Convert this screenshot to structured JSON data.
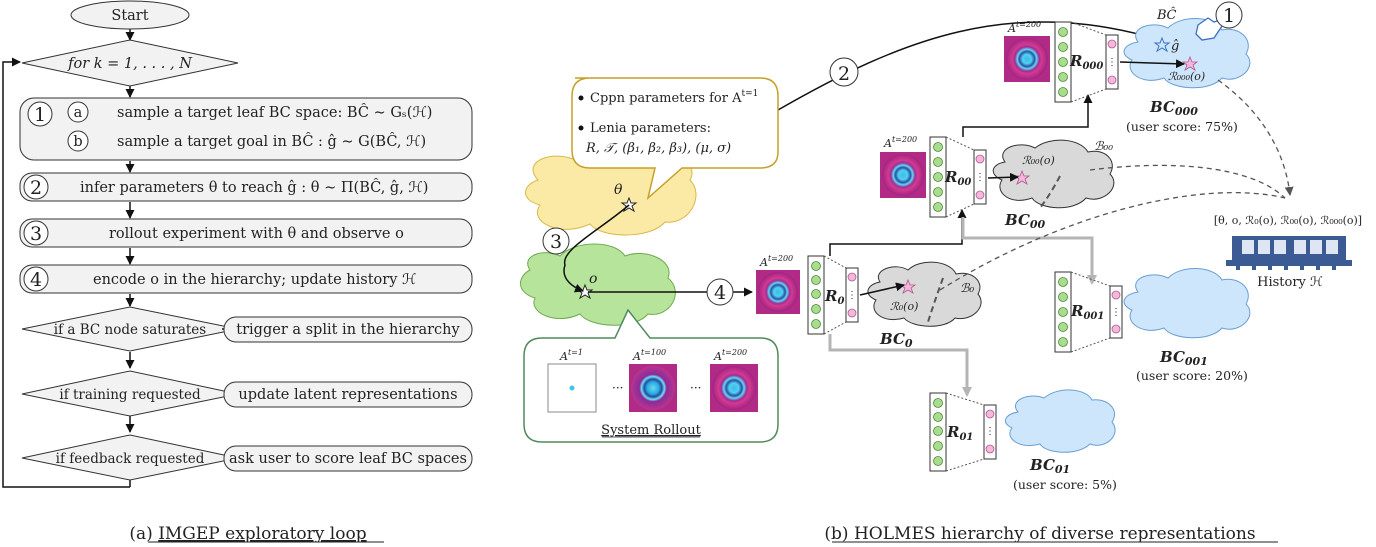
{
  "flowchart": {
    "start": "Start",
    "loop": "for k = 1, . . . , N",
    "step1_num": "1",
    "step1a_marker": "a",
    "step1a": "sample a target leaf BC space: BĈ ∼ Gₛ(ℋ)",
    "step1b_marker": "b",
    "step1b": "sample a target goal in BĈ : ĝ ∼ G(BĈ, ℋ)",
    "step2_num": "2",
    "step2": "infer parameters θ to reach ĝ : θ ∼ Π(BĈ, ĝ, ℋ)",
    "step3_num": "3",
    "step3": "rollout experiment with θ and observe o",
    "step4_num": "4",
    "step4": "encode o in the hierarchy; update history ℋ",
    "cond1": "if a BC node saturates",
    "action1": "trigger a split in the hierarchy",
    "cond2": "if training requested",
    "action2": "update latent representations",
    "cond3": "if feedback requested",
    "action3": "ask user to score leaf BC spaces",
    "caption_prefix": "(a) ",
    "caption_main": "IMGEP exploratory loop"
  },
  "hierarchy": {
    "callout_line1": "Cppn parameters for A",
    "callout_line1_sup": "t=1",
    "callout_line2": "Lenia parameters:",
    "callout_line3": "R, 𝒯, (β₁, β₂, β₃), (μ, σ)",
    "theta": "θ",
    "obs": "o",
    "step2_num": "2",
    "step3_num": "3",
    "step4_num": "4",
    "step1_num": "1",
    "bc_hat": "BĈ",
    "g_hat": "ĝ",
    "rollout_title": "System Rollout",
    "rollout_frames": [
      "A",
      "A",
      "A"
    ],
    "rollout_sups": [
      "t=1",
      "t=100",
      "t=200"
    ],
    "ellipsis": "···",
    "frame_label": "A",
    "frame_sup": "t=200",
    "r0": "R",
    "r0_sub": "0",
    "r00": "R",
    "r00_sub": "00",
    "r000": "R",
    "r000_sub": "000",
    "r001": "R",
    "r001_sub": "001",
    "r01": "R",
    "r01_sub": "01",
    "bc0": "BC",
    "bc0_sub": "0",
    "bc00": "BC",
    "bc00_sub": "00",
    "bc000": "BC",
    "bc000_sub": "000",
    "bc001": "BC",
    "bc001_sub": "001",
    "bc01": "BC",
    "bc01_sub": "01",
    "score000": "(user score: 75%)",
    "score001": "(user score: 20%)",
    "score01": "(user score: 5%)",
    "rep0": "ℛ₀(o)",
    "rep00": "ℛ₀₀(o)",
    "rep000": "ℛ₀₀₀(o)",
    "b0": "ℬ₀",
    "b00": "ℬ₀₀",
    "history_tuple": "[θ, o, ℛ₀(o), ℛ₀₀(o), ℛ₀₀₀(o)]",
    "history_label": "History ℋ",
    "caption_prefix": "(b) ",
    "caption_main": "HOLMES hierarchy of diverse representations"
  },
  "colors": {
    "box_fill": "#f2f2f2",
    "yellow_cloud": "#fbeaa6",
    "green_cloud": "#b6e49b",
    "blue_cloud": "#cde6fb",
    "gray_cloud": "#d9d9d9",
    "history_blue": "#3c5a94",
    "latent_green": "#a8dc8f",
    "latent_pink": "#f5b8dd",
    "lenia_magenta": "#b02a86",
    "lenia_cyan": "#5fd9ee"
  }
}
